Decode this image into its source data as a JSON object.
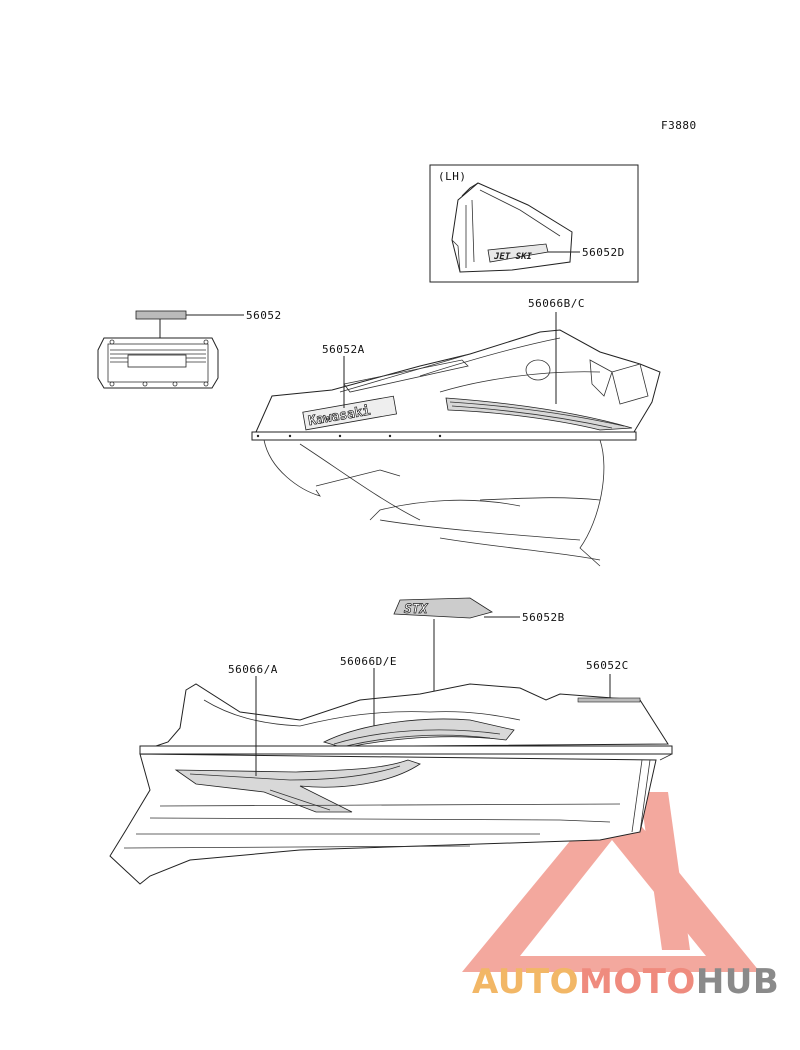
{
  "figure_code": "F3880",
  "inset_label": "(LH)",
  "parts": {
    "p56052": "56052",
    "p56052A": "56052A",
    "p56066BC": "56066B/C",
    "p56052D": "56052D",
    "p56052B": "56052B",
    "p56066A": "56066/A",
    "p56066DE": "56066D/E",
    "p56052C": "56052C"
  },
  "decals": {
    "kawasaki_text": "Kawasaki",
    "jetski_text": "JET SKI",
    "stx_text": "STX"
  },
  "watermark": {
    "part1": "AUTO",
    "part2": "MOTO",
    "part3": "HUB",
    "color1": "#f2b766",
    "color2": "#ef8b7e",
    "color3": "#8a8a8a",
    "logo_color": "#ef8b7e"
  }
}
